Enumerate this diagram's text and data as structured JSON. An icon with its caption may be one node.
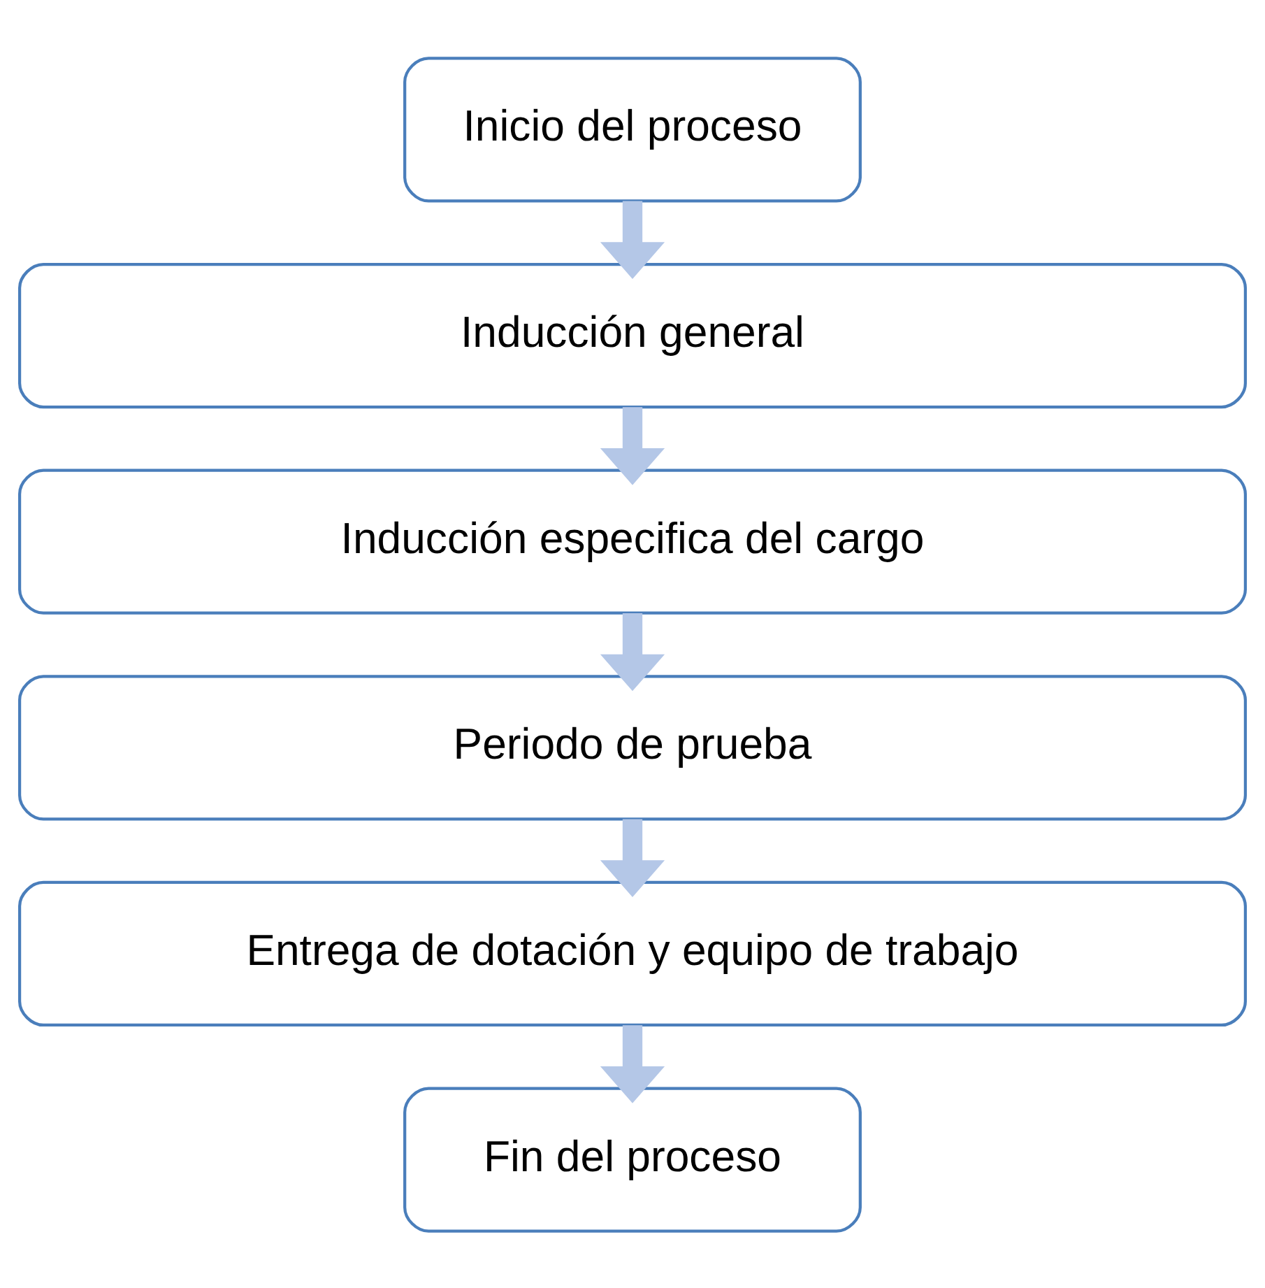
{
  "diagram": {
    "nodes": [
      {
        "text": [
          "Inicio del proceso"
        ]
      },
      {
        "text": [
          "Inducción general"
        ]
      },
      {
        "text": [
          "Inducción especifica del cargo"
        ]
      },
      {
        "text": [
          "Periodo de prueba"
        ]
      },
      {
        "text": [
          "Entrega de dotación y equipo de trabajo"
        ]
      },
      {
        "text": [
          "Fin del proceso"
        ]
      }
    ],
    "edges": [
      {
        "from": 0,
        "to": 1,
        "arrow": "to"
      },
      {
        "from": 1,
        "to": 2,
        "arrow": "to"
      },
      {
        "from": 2,
        "to": 3,
        "arrow": "to"
      },
      {
        "from": 3,
        "to": 4,
        "arrow": "to"
      },
      {
        "from": 4,
        "to": 5,
        "arrow": "to"
      }
    ]
  }
}
